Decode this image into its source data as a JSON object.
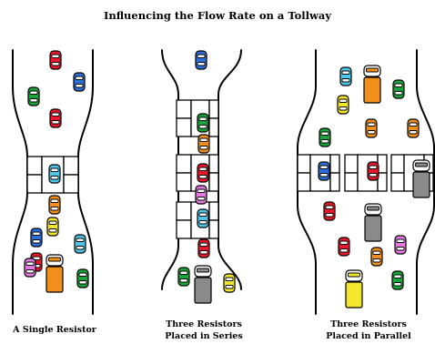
{
  "title": "Influencing the Flow Rate on a Tollway",
  "captions": {
    "single": [
      "A Single Resistor"
    ],
    "series": [
      "Three Resistors",
      "Placed in Series"
    ],
    "parallel": [
      "Three Resistors",
      "Placed in Parallel"
    ]
  },
  "colors": {
    "red": "#e8182b",
    "blue": "#2d6fd8",
    "green": "#1aa33a",
    "orange": "#f0901a",
    "yellow": "#f4e62c",
    "pink": "#e47ae0",
    "cyan": "#4ec6e8",
    "gray": "#8a8a8a",
    "road": "#000000",
    "booth": "#ffffff"
  },
  "vehicles": [
    {
      "road": "single",
      "kind": "car",
      "color": "red"
    },
    {
      "road": "single",
      "kind": "car",
      "color": "blue"
    },
    {
      "road": "single",
      "kind": "car",
      "color": "green"
    },
    {
      "road": "single",
      "kind": "car",
      "color": "red"
    },
    {
      "road": "single",
      "kind": "car",
      "color": "cyan"
    },
    {
      "road": "single",
      "kind": "car",
      "color": "orange"
    },
    {
      "road": "single",
      "kind": "car",
      "color": "yellow"
    },
    {
      "road": "single",
      "kind": "car",
      "color": "blue"
    },
    {
      "road": "single",
      "kind": "car",
      "color": "red"
    },
    {
      "road": "single",
      "kind": "car",
      "color": "cyan"
    },
    {
      "road": "single",
      "kind": "car",
      "color": "pink"
    },
    {
      "road": "single",
      "kind": "truck",
      "color": "orange"
    },
    {
      "road": "single",
      "kind": "car",
      "color": "green"
    },
    {
      "road": "series",
      "kind": "car",
      "color": "blue"
    },
    {
      "road": "series",
      "kind": "car",
      "color": "green"
    },
    {
      "road": "series",
      "kind": "car",
      "color": "orange"
    },
    {
      "road": "series",
      "kind": "car",
      "color": "red"
    },
    {
      "road": "series",
      "kind": "car",
      "color": "pink"
    },
    {
      "road": "series",
      "kind": "car",
      "color": "cyan"
    },
    {
      "road": "series",
      "kind": "car",
      "color": "red"
    },
    {
      "road": "series",
      "kind": "car",
      "color": "green"
    },
    {
      "road": "series",
      "kind": "truck",
      "color": "gray"
    },
    {
      "road": "series",
      "kind": "car",
      "color": "yellow"
    },
    {
      "road": "parallel",
      "kind": "car",
      "color": "cyan"
    },
    {
      "road": "parallel",
      "kind": "truck",
      "color": "orange"
    },
    {
      "road": "parallel",
      "kind": "car",
      "color": "green"
    },
    {
      "road": "parallel",
      "kind": "car",
      "color": "yellow"
    },
    {
      "road": "parallel",
      "kind": "car",
      "color": "green"
    },
    {
      "road": "parallel",
      "kind": "car",
      "color": "orange"
    },
    {
      "road": "parallel",
      "kind": "car",
      "color": "orange"
    },
    {
      "road": "parallel",
      "kind": "car",
      "color": "blue"
    },
    {
      "road": "parallel",
      "kind": "car",
      "color": "red"
    },
    {
      "road": "parallel",
      "kind": "truck",
      "color": "gray"
    },
    {
      "road": "parallel",
      "kind": "car",
      "color": "red"
    },
    {
      "road": "parallel",
      "kind": "truck",
      "color": "gray"
    },
    {
      "road": "parallel",
      "kind": "car",
      "color": "red"
    },
    {
      "road": "parallel",
      "kind": "car",
      "color": "orange"
    },
    {
      "road": "parallel",
      "kind": "car",
      "color": "pink"
    },
    {
      "road": "parallel",
      "kind": "truck",
      "color": "yellow"
    },
    {
      "road": "parallel",
      "kind": "car",
      "color": "green"
    }
  ]
}
